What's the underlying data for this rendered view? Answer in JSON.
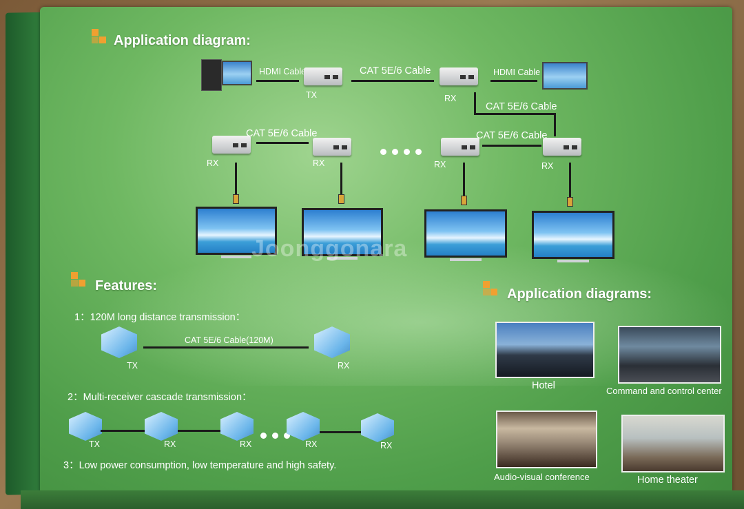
{
  "headings": {
    "application_diagram": "Application diagram:",
    "features": "Features:",
    "application_diagrams": "Application diagrams:"
  },
  "top_diagram": {
    "hdmi_cable_left": "HDMI Cable",
    "cat_cable_top": "CAT 5E/6 Cable",
    "hdmi_cable_right": "HDMI Cable",
    "cat_cable_down": "CAT 5E/6 Cable",
    "cat_cable_row_left": "CAT 5E/6 Cable",
    "cat_cable_row_right": "CAT 5E/6 Cable",
    "tx": "TX",
    "rx": "RX"
  },
  "features": {
    "f1": "1：120M long distance transmission：",
    "f1_cable": "CAT 5E/6 Cable(120M)",
    "f2": "2：Multi-receiver cascade transmission：",
    "f3": "3：Low power consumption, low temperature and high safety.",
    "tx": "TX",
    "rx": "RX"
  },
  "applications": [
    {
      "label": "Hotel"
    },
    {
      "label": "Command and control center"
    },
    {
      "label": "Audio-visual conference"
    },
    {
      "label": "Home theater"
    }
  ],
  "watermark": "Joonggonara",
  "colors": {
    "accent": "#f0a030",
    "panel_green": "#6fb862"
  }
}
